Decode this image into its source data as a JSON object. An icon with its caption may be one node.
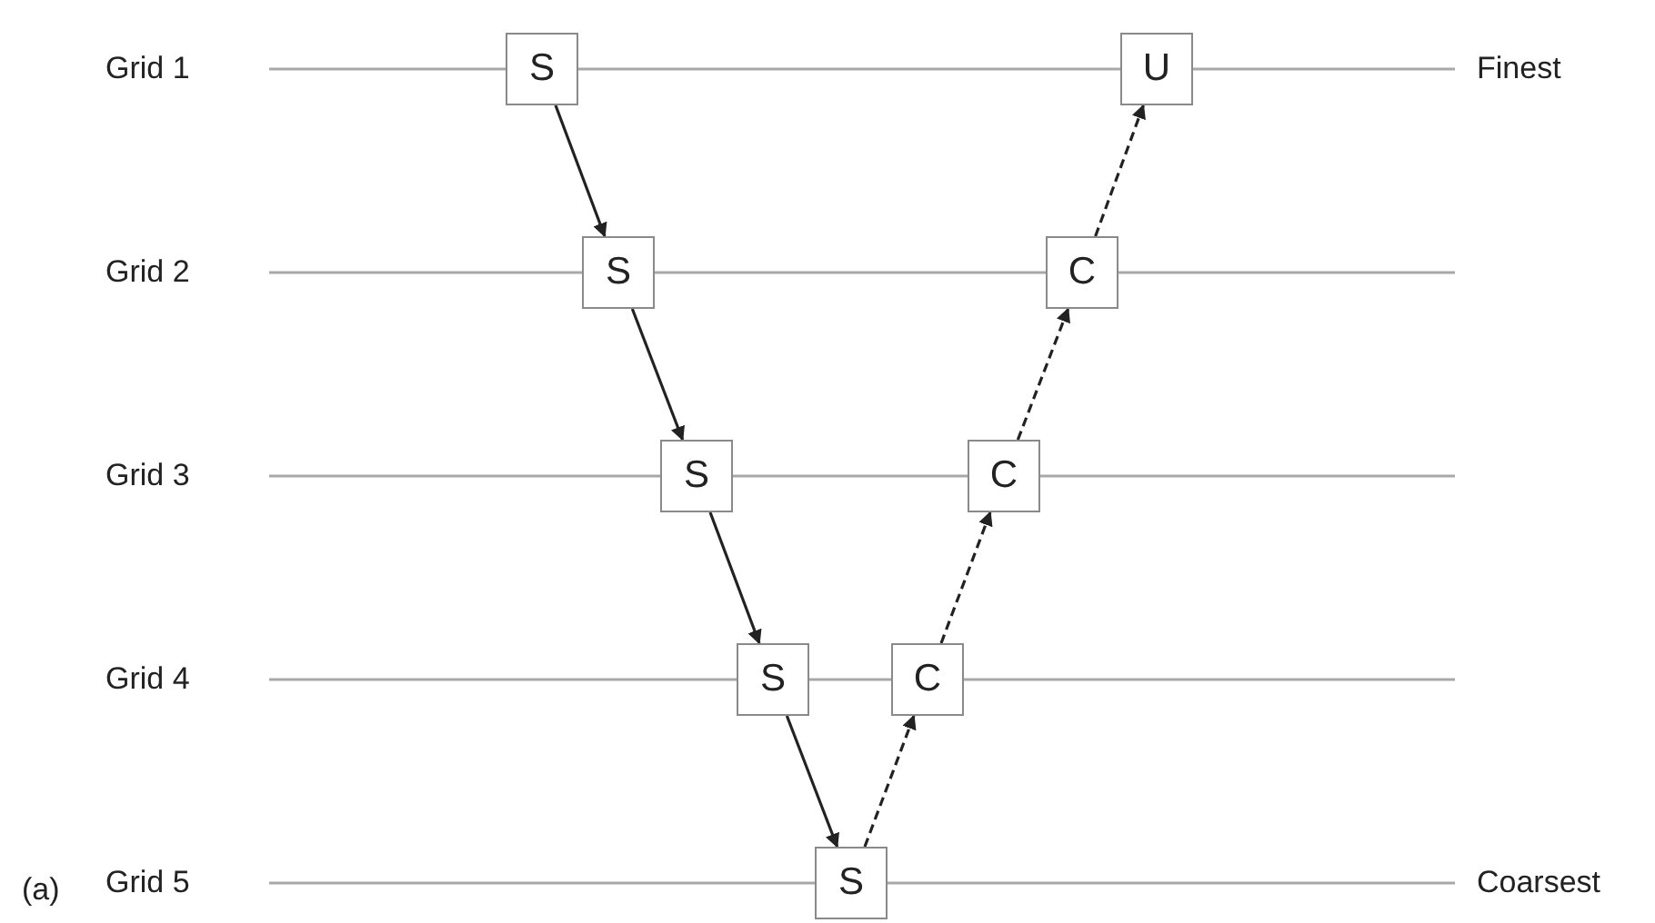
{
  "diagram": {
    "nodes": [
      {
        "text": [
          "S"
        ]
      },
      {
        "text": [
          "U"
        ]
      },
      {
        "text": [
          "S"
        ]
      },
      {
        "text": [
          "C"
        ]
      },
      {
        "text": [
          "S"
        ]
      },
      {
        "text": [
          "C"
        ]
      },
      {
        "text": [
          "S"
        ]
      },
      {
        "text": [
          "C"
        ]
      },
      {
        "text": [
          "S"
        ]
      }
    ],
    "edges": [
      {
        "from": 0,
        "to": 2,
        "arrow": "to"
      },
      {
        "from": 2,
        "to": 4,
        "arrow": "to"
      },
      {
        "from": 4,
        "to": 6,
        "arrow": "to"
      },
      {
        "from": 6,
        "to": 8,
        "arrow": "to"
      },
      {
        "from": 8,
        "to": 7,
        "arrow": "to",
        "style": "dashed"
      },
      {
        "from": 7,
        "to": 5,
        "arrow": "to",
        "style": "dashed"
      },
      {
        "from": 5,
        "to": 3,
        "arrow": "to",
        "style": "dashed"
      },
      {
        "from": 3,
        "to": 1,
        "arrow": "to",
        "style": "dashed"
      }
    ],
    "labels": [
      "Grid 1",
      "Finest",
      "Grid 2",
      "Grid 3",
      "Grid 4",
      "(a)",
      "Grid 5",
      "Coarsest"
    ]
  }
}
